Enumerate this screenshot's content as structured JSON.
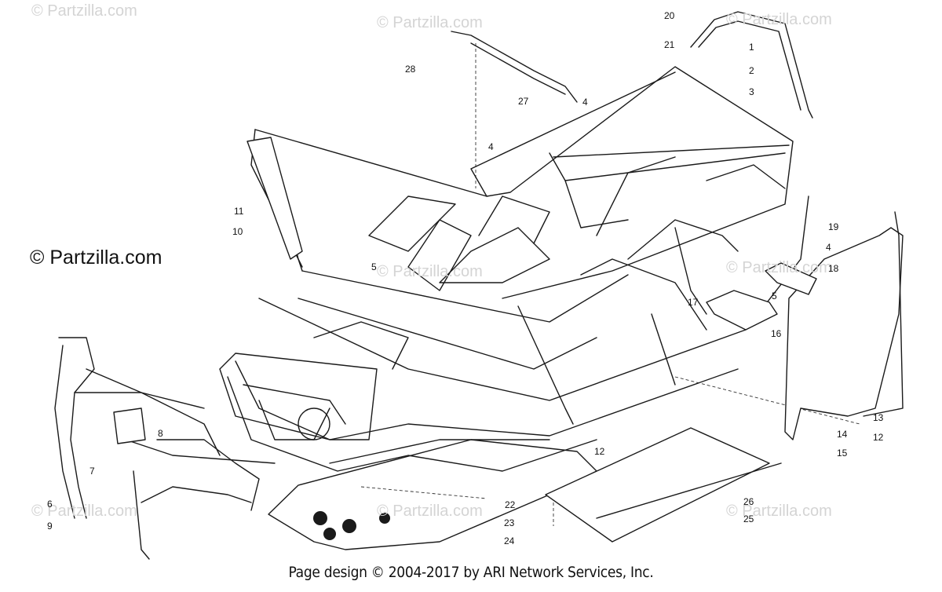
{
  "watermark": {
    "small": "© Partzilla.com",
    "main": "© Partzilla.com"
  },
  "footer": "Page design © 2004-2017 by ARI Network Services, Inc.",
  "callouts": [
    "1",
    "2",
    "3",
    "4",
    "4",
    "4",
    "5",
    "5",
    "6",
    "7",
    "8",
    "9",
    "10",
    "11",
    "12",
    "12",
    "13",
    "14",
    "15",
    "16",
    "17",
    "18",
    "19",
    "20",
    "21",
    "22",
    "23",
    "24",
    "25",
    "26",
    "27",
    "28"
  ]
}
